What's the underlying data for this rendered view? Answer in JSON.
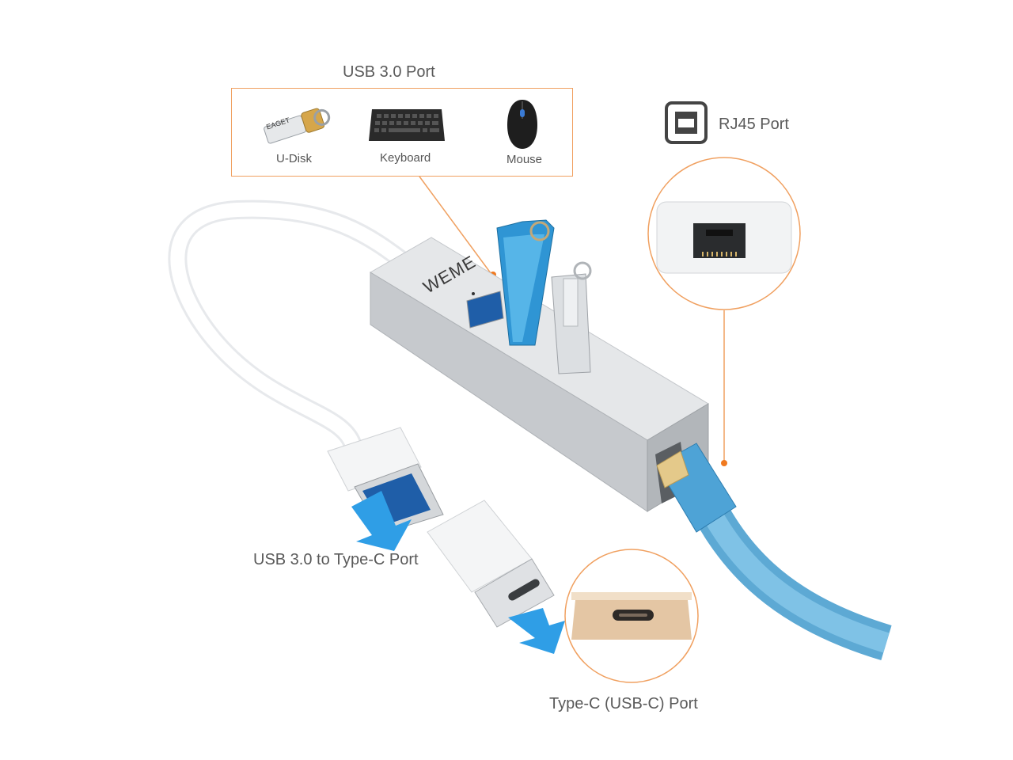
{
  "callouts": {
    "usb_port": {
      "title": "USB 3.0 Port",
      "devices": [
        {
          "label": "U-Disk",
          "icon": "usb-flash-drive-icon"
        },
        {
          "label": "Keyboard",
          "icon": "keyboard-icon"
        },
        {
          "label": "Mouse",
          "icon": "mouse-icon"
        }
      ],
      "device_brand": "EAGET"
    },
    "rj45_port": {
      "title": "RJ45 Port",
      "icon": "ethernet-port-icon"
    },
    "adapter": {
      "title": "USB 3.0 to Type-C Port"
    },
    "type_c": {
      "title": "Type-C (USB-C) Port"
    }
  },
  "product": {
    "brand": "WEME"
  },
  "colors": {
    "callout_line": "#f0a060",
    "hub_body": "#c9ccd0",
    "usb_blue_drive": "#3aa0d8",
    "ethernet_cable": "#6cb6e0",
    "arrow": "#2f9ee6",
    "laptop_gold": "#e2c4a2"
  }
}
